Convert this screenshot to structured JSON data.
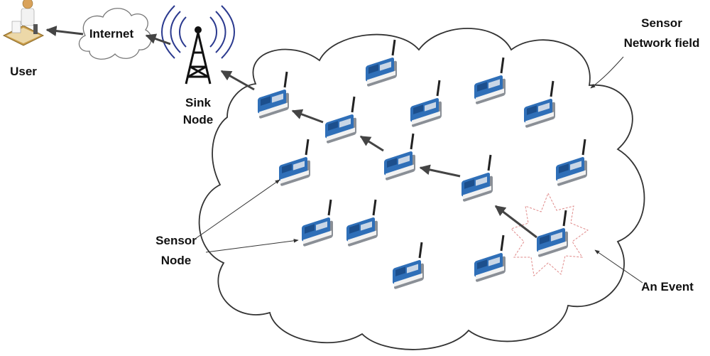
{
  "labels": {
    "user": "User",
    "internet": "Internet",
    "sink_line1": "Sink",
    "sink_line2": "Node",
    "field_line1": "Sensor",
    "field_line2": "Network field",
    "sensor_line1": "Sensor",
    "sensor_line2": "Node",
    "event": "An Event"
  },
  "colors": {
    "outline": "#333333",
    "arrow": "#444444",
    "node_blue": "#2f6fb8",
    "node_gray": "#8a8f96",
    "event_burst": "#e08a8a",
    "tower_waves": "#2b3a8f"
  },
  "icons": {
    "user": "user-at-desk-icon",
    "internet": "cloud-icon",
    "sink": "radio-tower-icon",
    "sensor": "sensor-node-icon",
    "event": "starburst-icon"
  }
}
